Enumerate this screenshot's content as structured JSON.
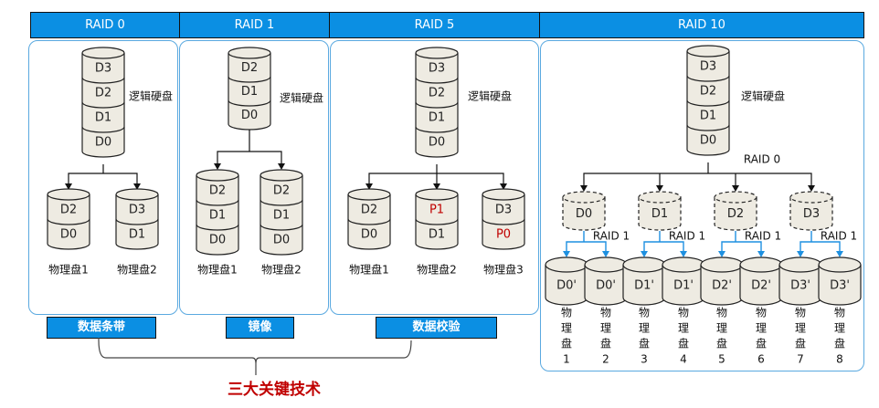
{
  "headers": [
    "RAID 0",
    "RAID 1",
    "RAID 5",
    "RAID 10"
  ],
  "logical_disk_label": "逻辑硬盘",
  "raid0": {
    "logical": [
      "D3",
      "D2",
      "D1",
      "D0"
    ],
    "physical": [
      {
        "label": "物理盘1",
        "blocks": [
          "D2",
          "D0"
        ]
      },
      {
        "label": "物理盘2",
        "blocks": [
          "D3",
          "D1"
        ]
      }
    ],
    "technique": "数据条带"
  },
  "raid1": {
    "logical": [
      "D2",
      "D1",
      "D0"
    ],
    "physical": [
      {
        "label": "物理盘1",
        "blocks": [
          "D2",
          "D1",
          "D0"
        ]
      },
      {
        "label": "物理盘2",
        "blocks": [
          "D2",
          "D1",
          "D0"
        ]
      }
    ],
    "technique": "镜像"
  },
  "raid5": {
    "logical": [
      "D3",
      "D2",
      "D1",
      "D0"
    ],
    "physical": [
      {
        "label": "物理盘1",
        "blocks": [
          "D2",
          "D0"
        ],
        "parity": [
          false,
          false
        ]
      },
      {
        "label": "物理盘2",
        "blocks": [
          "P1",
          "D1"
        ],
        "parity": [
          true,
          false
        ]
      },
      {
        "label": "物理盘3",
        "blocks": [
          "D3",
          "P0"
        ],
        "parity": [
          false,
          true
        ]
      }
    ],
    "technique": "数据校验"
  },
  "raid10": {
    "logical": [
      "D3",
      "D2",
      "D1",
      "D0"
    ],
    "stripe_label": "RAID 0",
    "mirror_label": "RAID 1",
    "virtual": [
      "D0",
      "D1",
      "D2",
      "D3"
    ],
    "physical": [
      {
        "block": "D0'",
        "label": [
          "物",
          "理",
          "盘",
          "1"
        ]
      },
      {
        "block": "D0'",
        "label": [
          "物",
          "理",
          "盘",
          "2"
        ]
      },
      {
        "block": "D1'",
        "label": [
          "物",
          "理",
          "盘",
          "3"
        ]
      },
      {
        "block": "D1'",
        "label": [
          "物",
          "理",
          "盘",
          "4"
        ]
      },
      {
        "block": "D2'",
        "label": [
          "物",
          "理",
          "盘",
          "5"
        ]
      },
      {
        "block": "D2'",
        "label": [
          "物",
          "理",
          "盘",
          "6"
        ]
      },
      {
        "block": "D3'",
        "label": [
          "物",
          "理",
          "盘",
          "7"
        ]
      },
      {
        "block": "D3'",
        "label": [
          "物",
          "理",
          "盘",
          "8"
        ]
      }
    ]
  },
  "footer": "三大关键技术",
  "colors": {
    "header": "#0b8fe3",
    "parity": "#c00000",
    "disk_fill": "#eeebe2",
    "mirror_line": "#1e90e0"
  }
}
